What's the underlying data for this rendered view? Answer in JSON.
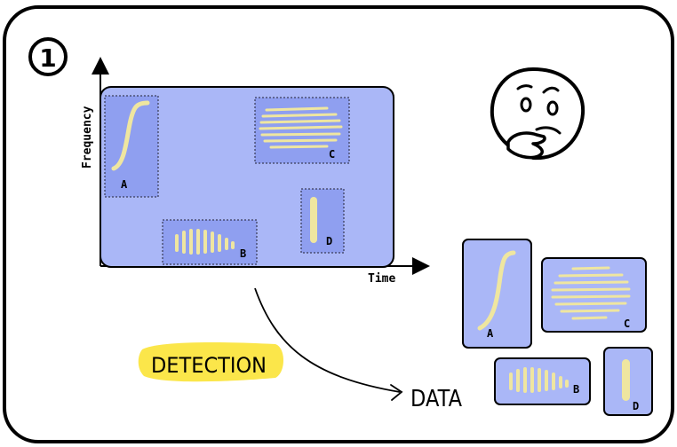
{
  "step_number": "1",
  "axes": {
    "y_label": "Frequency",
    "x_label": "Time"
  },
  "regions": [
    {
      "id": "A",
      "label": "A"
    },
    {
      "id": "B",
      "label": "B"
    },
    {
      "id": "C",
      "label": "C"
    },
    {
      "id": "D",
      "label": "D"
    }
  ],
  "arrow": {
    "highlight_label": "DETECTION",
    "target_label": "DATA"
  },
  "colors": {
    "panel": "#aab7f7",
    "panel_inner": "#8f9ff0",
    "signal": "#efe6a0",
    "highlight": "#fbe64a",
    "ink": "#000000"
  },
  "icons": {
    "thinking_face": "thinking-face-icon"
  }
}
